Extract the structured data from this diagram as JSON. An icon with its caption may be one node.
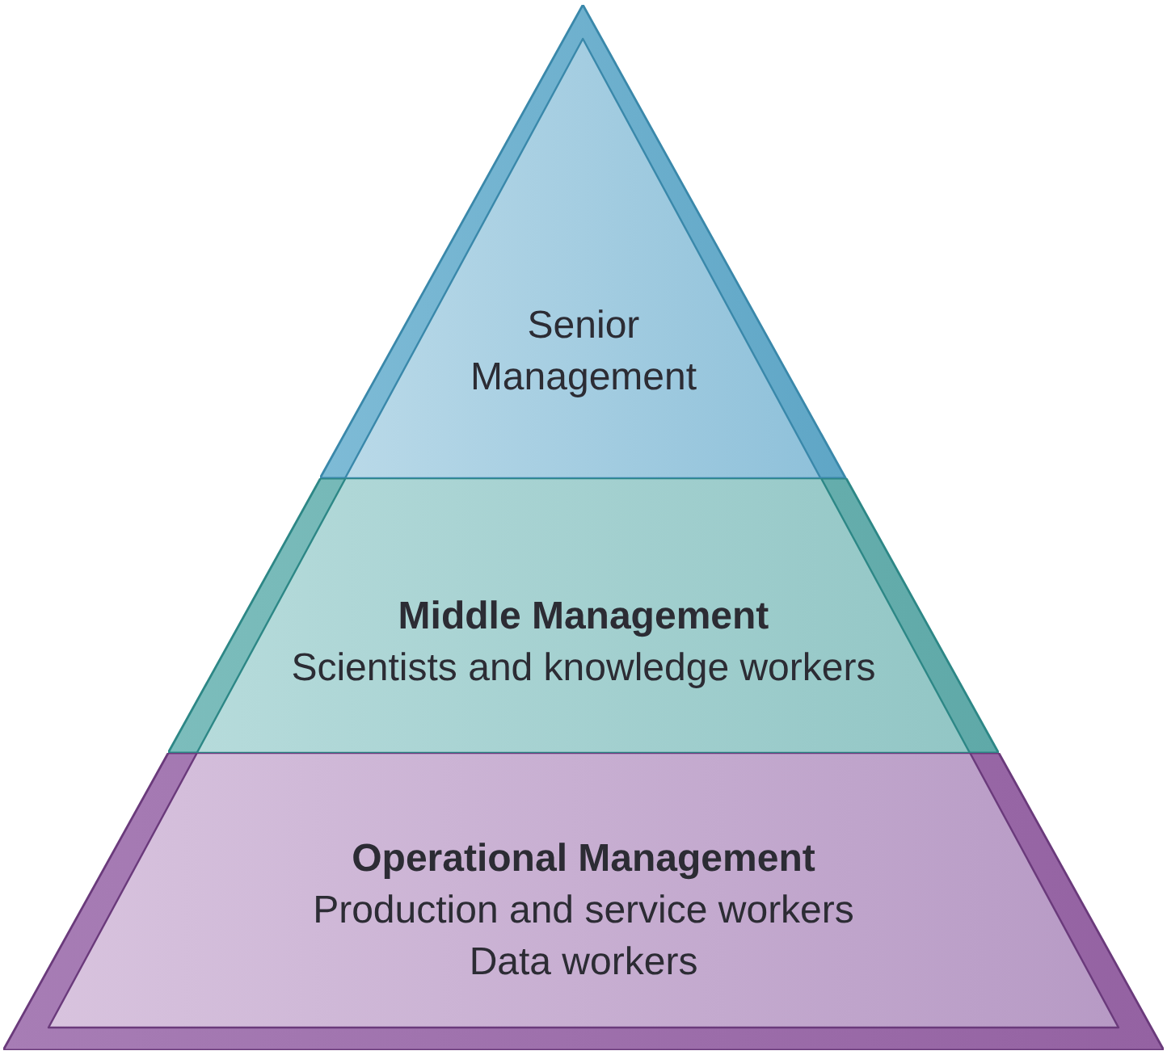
{
  "diagram": {
    "nodes": [
      {
        "text": [
          "Senior Management"
        ]
      },
      {
        "text": [
          "Middle Management",
          "Scientists and knowledge workers"
        ]
      },
      {
        "text": [
          "Operational Management",
          "Production and service workers",
          "Data workers"
        ]
      }
    ]
  }
}
